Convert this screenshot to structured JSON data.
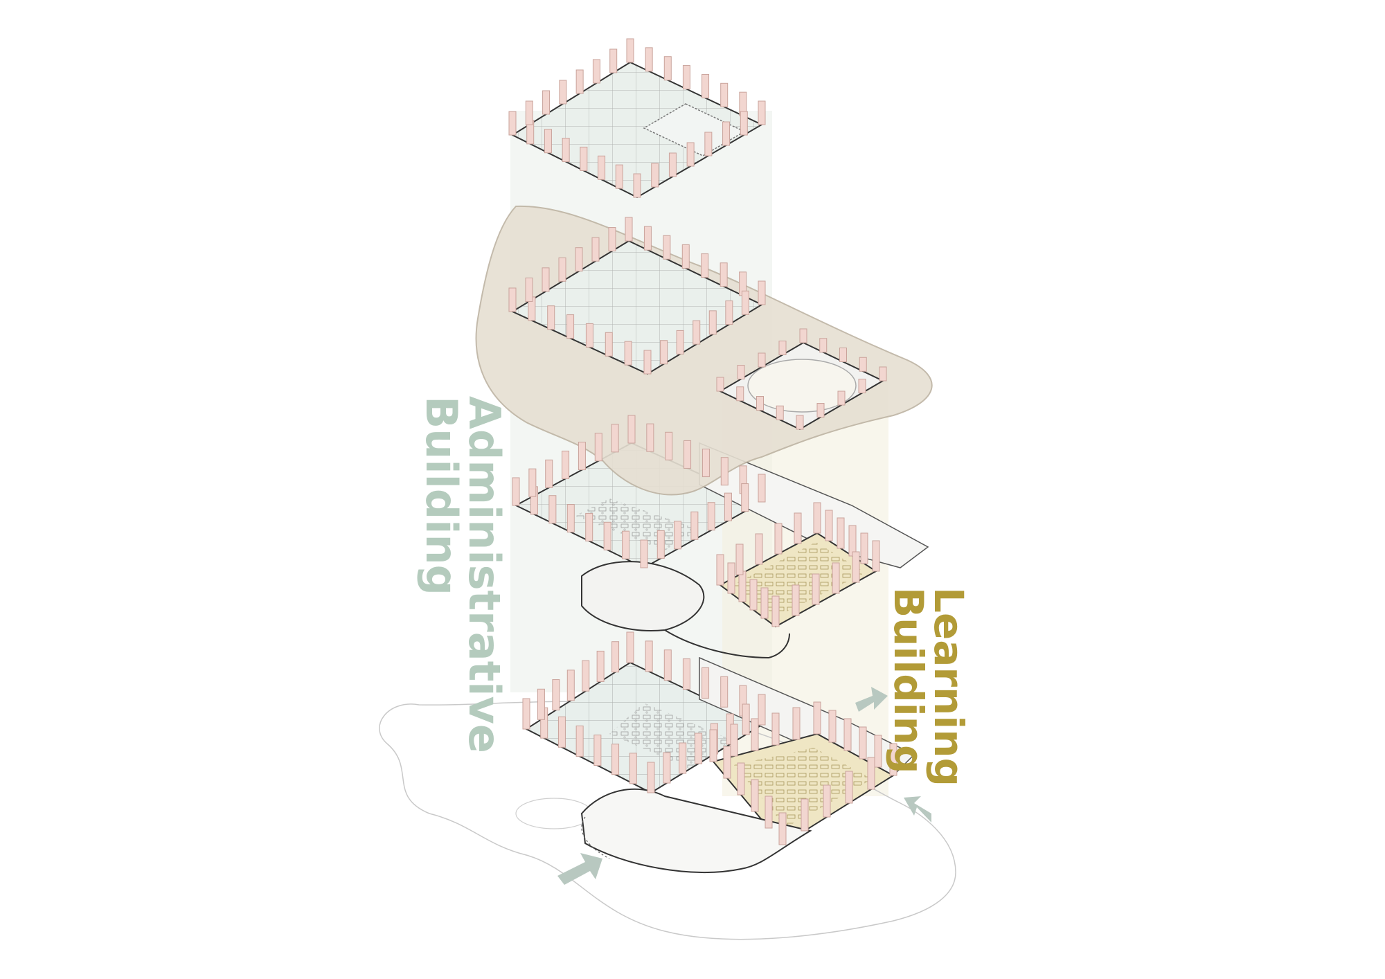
{
  "labels": {
    "administrative": [
      "Administrative",
      "Building"
    ],
    "learning": [
      "Learning",
      "Building"
    ]
  },
  "colors": {
    "admin_text": "#b4cbbd",
    "learning_text": "#b29b37",
    "admin_floor": "#e8efec",
    "learning_floor": "#efe6c4",
    "roof_canopy": "#e6dfd2",
    "column": "#f2d6d0",
    "arrow": "#b8c8c0",
    "linework": "#3a3a3a"
  },
  "icons": {
    "entrance_arrow": "entrance-arrow-icon",
    "column": "structural-column"
  }
}
